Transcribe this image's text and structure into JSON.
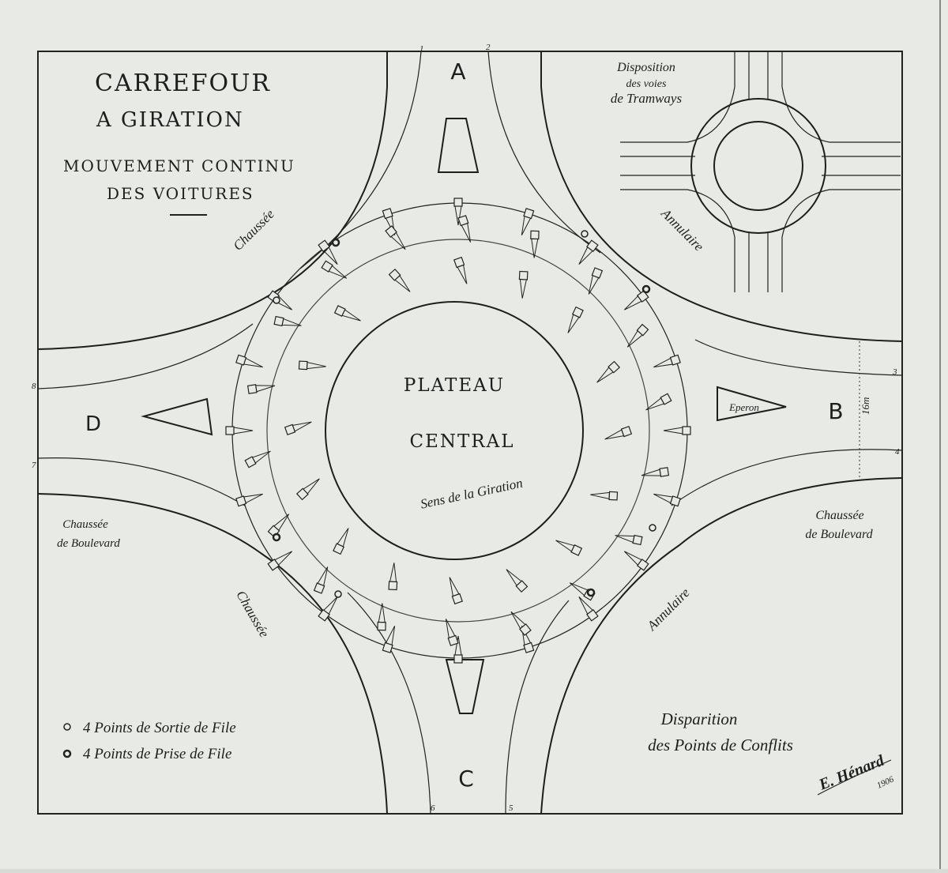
{
  "title": {
    "line1": "CARREFOUR",
    "line2": "A GIRATION",
    "line3": "MOUVEMENT CONTINU",
    "line4": "DES VOITURES"
  },
  "inset": {
    "line1": "Disposition",
    "line2": "des voies",
    "line3": "de Tramways"
  },
  "center": {
    "line1": "PLATEAU",
    "line2": "CENTRAL",
    "direction": "Sens de la Giration"
  },
  "branches": {
    "a": "A",
    "b": "B",
    "c": "C",
    "d": "D"
  },
  "island_label": "Eperon",
  "road_labels": {
    "chaussee_tl": "Chaussée",
    "annulaire_tr": "Annulaire",
    "chaussee_bl": "Chaussée",
    "annulaire_br": "Annulaire",
    "boulevard_left_1": "Chaussée",
    "boulevard_left_2": "de Boulevard",
    "boulevard_right_1": "Chaussée",
    "boulevard_right_2": "de Boulevard"
  },
  "dimension": "16m",
  "lane_numbers": [
    "1",
    "2",
    "3",
    "4",
    "5",
    "6",
    "7",
    "8"
  ],
  "legend": [
    {
      "symbol": "o",
      "text": "4 Points de Sortie de File"
    },
    {
      "symbol": "⊙",
      "text": "4 Points de Prise de File"
    }
  ],
  "conclusion": {
    "line1": "Disparition",
    "line2": "des Points de Conflits"
  },
  "signature": {
    "name": "E. Hénard",
    "year": "1906"
  }
}
